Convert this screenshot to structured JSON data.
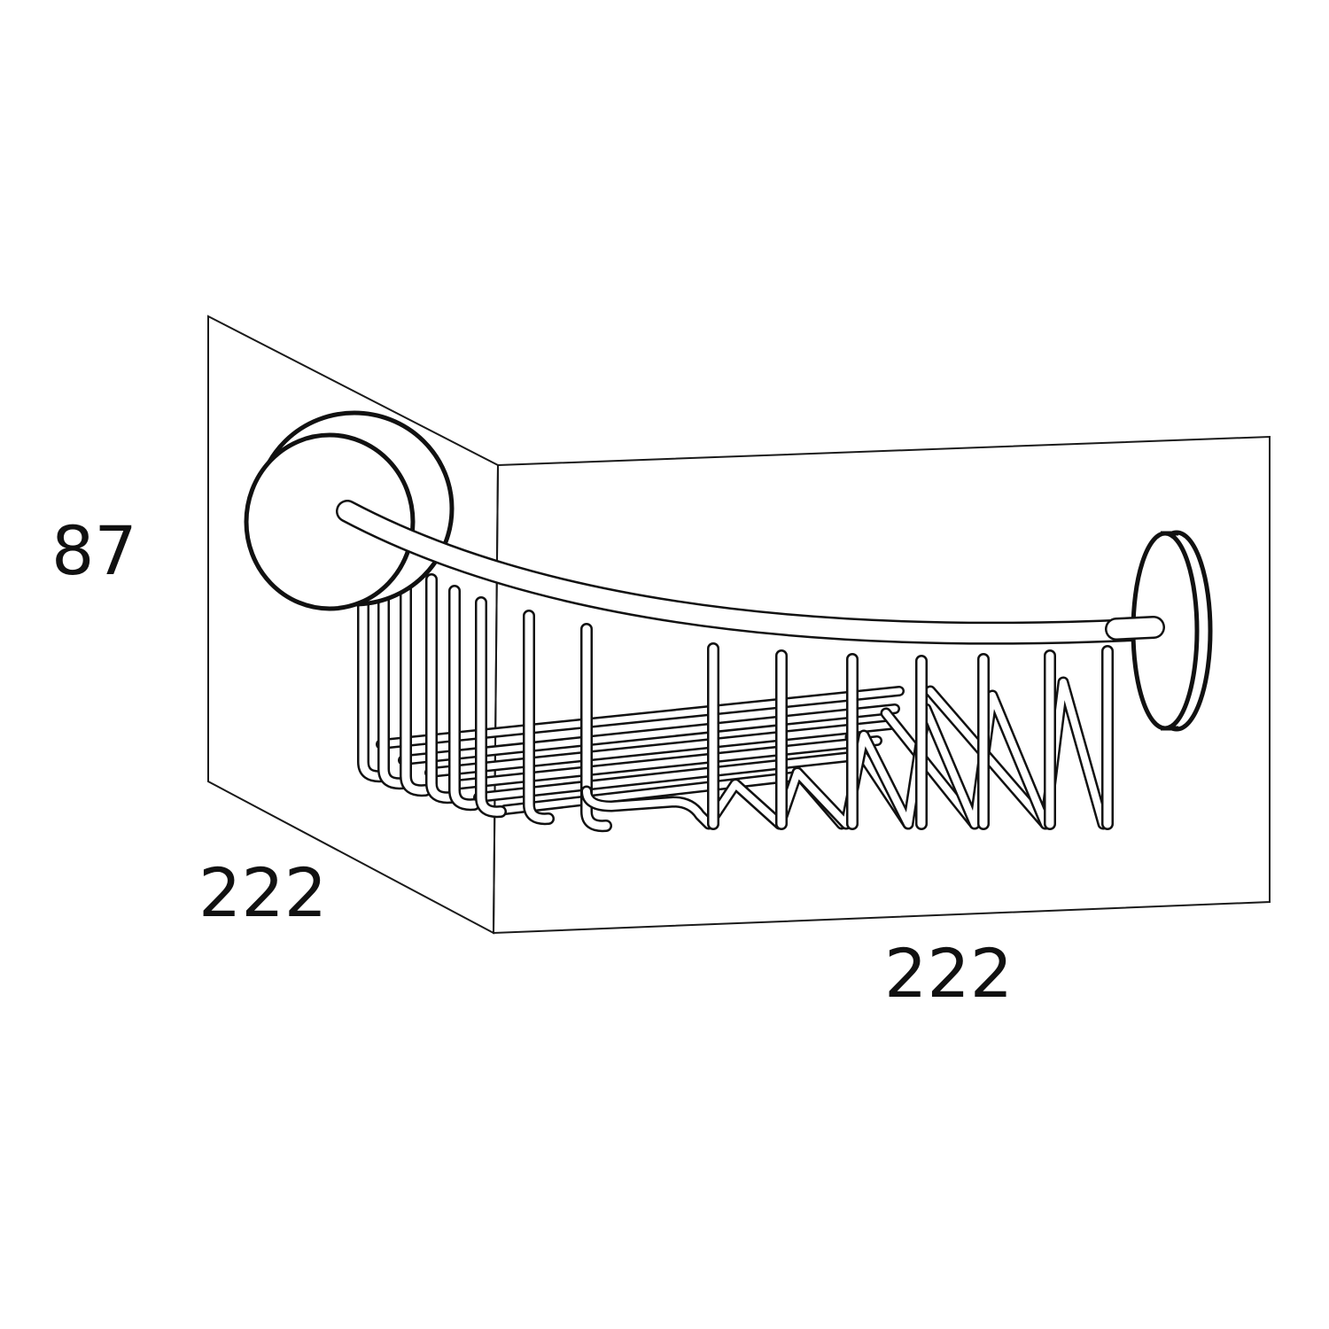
{
  "dimensions": {
    "height": "87",
    "depth": "222",
    "width": "222"
  },
  "colors": {
    "line": "#111111",
    "wall_line": "#1a1a1a",
    "background": "#ffffff"
  }
}
